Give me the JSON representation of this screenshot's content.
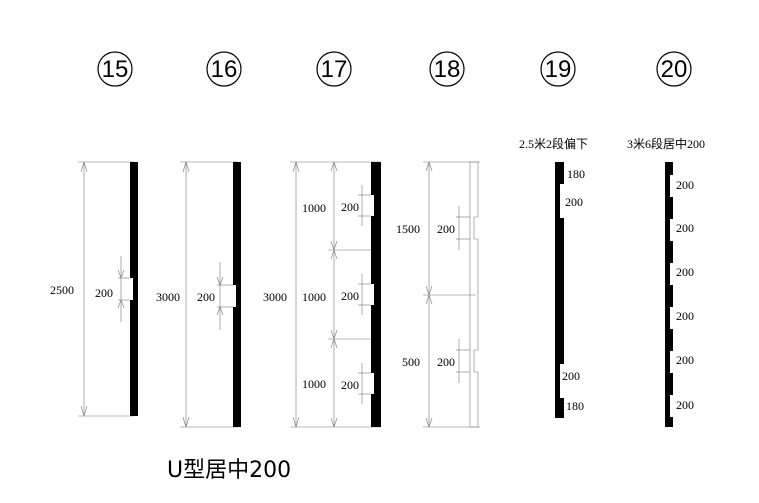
{
  "caption": "U型居中200",
  "panels": [
    {
      "id": "15",
      "label": "",
      "dims": [
        "2500",
        "200"
      ]
    },
    {
      "id": "16",
      "label": "",
      "dims": [
        "3000",
        "200"
      ]
    },
    {
      "id": "17",
      "label": "",
      "dims": [
        "3000",
        "1000",
        "1000",
        "1000",
        "200",
        "200",
        "200"
      ]
    },
    {
      "id": "18",
      "label": "",
      "dims": [
        "1500",
        "500",
        "200",
        "200"
      ]
    },
    {
      "id": "19",
      "label": "2.5米2段偏下",
      "dims": [
        "180",
        "200",
        "200",
        "180"
      ]
    },
    {
      "id": "20",
      "label": "3米6段居中200",
      "dims": [
        "200",
        "200",
        "200",
        "200",
        "200",
        "200"
      ]
    }
  ]
}
